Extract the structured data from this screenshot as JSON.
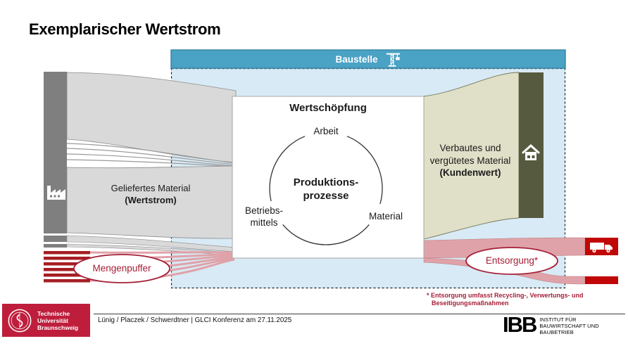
{
  "title": "Exemplarischer Wertstrom",
  "site": {
    "label": "Baustelle"
  },
  "supply": {
    "line1": "Geliefertes Material",
    "line2": "(Wertstrom)"
  },
  "value_creation": {
    "heading": "Wertschöpfung",
    "input_top": "Arbeit",
    "input_left_line1": "Betriebs-",
    "input_left_line2": "mittels",
    "input_right": "Material",
    "core_line1": "Produktions-",
    "core_line2": "prozesse"
  },
  "customer": {
    "line1": "Verbautes und",
    "line2": "vergütetes Material",
    "line3": "(Kundenwert)"
  },
  "buffer": {
    "label": "Mengenpuffer"
  },
  "disposal": {
    "label": "Entsorgung*"
  },
  "footnote": {
    "line1": "* Entsorgung umfasst Recycling-, Verwertungs- und",
    "line2": "Beseitigungsmaßnahmen"
  },
  "footer": {
    "credit": "Lünig / Placzek / Schwerdtner | GLCI Konferenz am 27.11.2025",
    "university": {
      "line1": "Technische",
      "line2": "Universität",
      "line3": "Braunschweig"
    },
    "institute": {
      "acronym": "IBB",
      "line1": "INSTITUT FÜR",
      "line2": "BAUWIRTSCHAFT UND",
      "line3": "BAUBETRIEB"
    }
  },
  "icons": {
    "site_header": "crane-icon",
    "supplier": "factory-icon",
    "customer": "house-icon",
    "disposal": "truck-icon"
  },
  "colors": {
    "site_header": "#4aa2c4",
    "site_header_border": "#3a87a8",
    "site_area": "#d8eaf5",
    "supply_flow": "#d9d9d9",
    "supplier_bar": "#7f7f7f",
    "customer_flow": "#e0dfc8",
    "customer_bar": "#565b40",
    "disposal_flow": "#dfa2a8",
    "disposal_block": "#c00606",
    "buffer_stripe": "#a61d23",
    "accent_red": "#a51e37",
    "university_red": "#be1e3c"
  }
}
